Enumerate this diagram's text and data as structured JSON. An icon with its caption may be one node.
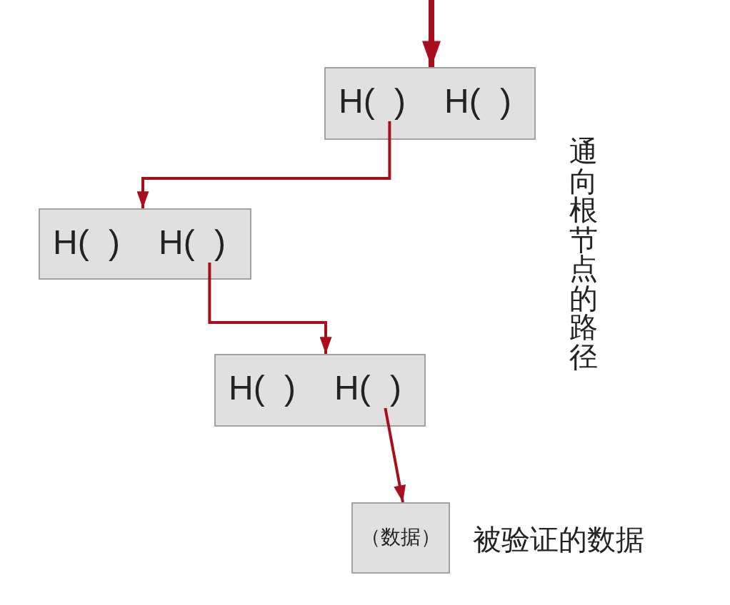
{
  "diagram": {
    "nodes": [
      {
        "text": [],
        "shape": "box"
      },
      {
        "text": [
          "H( )"
        ],
        "in": 0
      },
      {
        "text": [
          "H( )"
        ],
        "in": 0
      },
      {
        "text": [],
        "shape": "box"
      },
      {
        "text": [
          "H( )"
        ],
        "in": 3
      },
      {
        "text": [
          "H( )"
        ],
        "in": 3
      },
      {
        "text": [],
        "shape": "box"
      },
      {
        "text": [
          "H( )"
        ],
        "in": 6
      },
      {
        "text": [
          "H( )"
        ],
        "in": 6
      },
      {
        "text": [
          "（数据）"
        ],
        "beside": [
          "被验证的数据"
        ]
      }
    ],
    "edges": [
      {
        "from": null,
        "to": 0,
        "arrow": "to",
        "style": "thick"
      },
      {
        "from": 1,
        "to": 3,
        "arrow": "to"
      },
      {
        "from": 5,
        "to": 6,
        "arrow": "to"
      },
      {
        "from": 8,
        "to": 9,
        "arrow": "to"
      }
    ],
    "labels": [
      "通向根节点的路径"
    ]
  }
}
